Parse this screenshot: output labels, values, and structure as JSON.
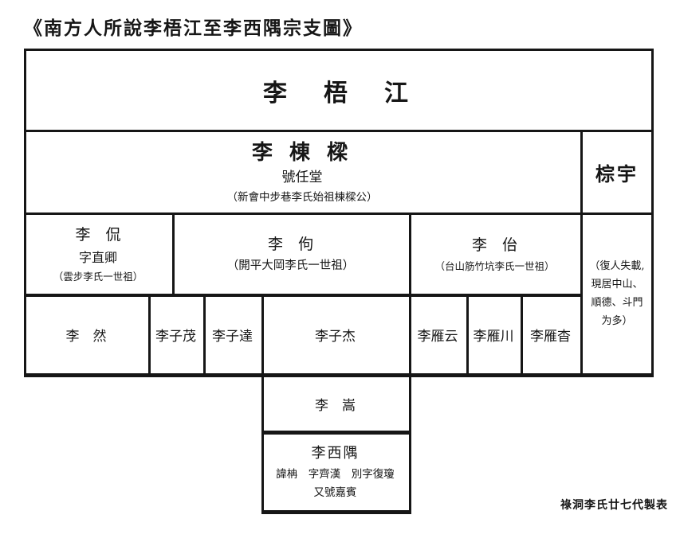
{
  "title": "《南方人所說李梧江至李西隅宗支圖》",
  "footer_note": "祿洞李氏廿七代製表",
  "tree": {
    "gen1": {
      "name": "李　梧　江"
    },
    "gen2": {
      "main": {
        "name": "李 棟 樑",
        "studio_name": "號任堂",
        "note": "（新會中步巷李氏始祖棟樑公）"
      },
      "side": {
        "name": "棕宇"
      }
    },
    "gen3": {
      "son1": {
        "name": "李　侃",
        "courtesy": "字直卿",
        "note": "（雲步李氏一世祖）"
      },
      "son2": {
        "name": "李　佝",
        "note": "（開平大岡李氏一世祖）"
      },
      "son3": {
        "name": "李　佁",
        "note": "（台山筋竹坑李氏一世祖）"
      },
      "side_note": {
        "line1": "（復人失載,",
        "line2": "現居中山、",
        "line3": "順德、斗門",
        "line4": "为多）"
      }
    },
    "gen4": {
      "names": [
        "李　然",
        "李子茂",
        "李子達",
        "李子杰",
        "李雁云",
        "李雁川",
        "李雁杳"
      ]
    },
    "gen5": {
      "name": "李　嵩"
    },
    "gen6": {
      "name": "李西隅",
      "detail1": "諱柟　字齊漢　別字復瓊",
      "detail2": "又號嘉賓"
    }
  }
}
